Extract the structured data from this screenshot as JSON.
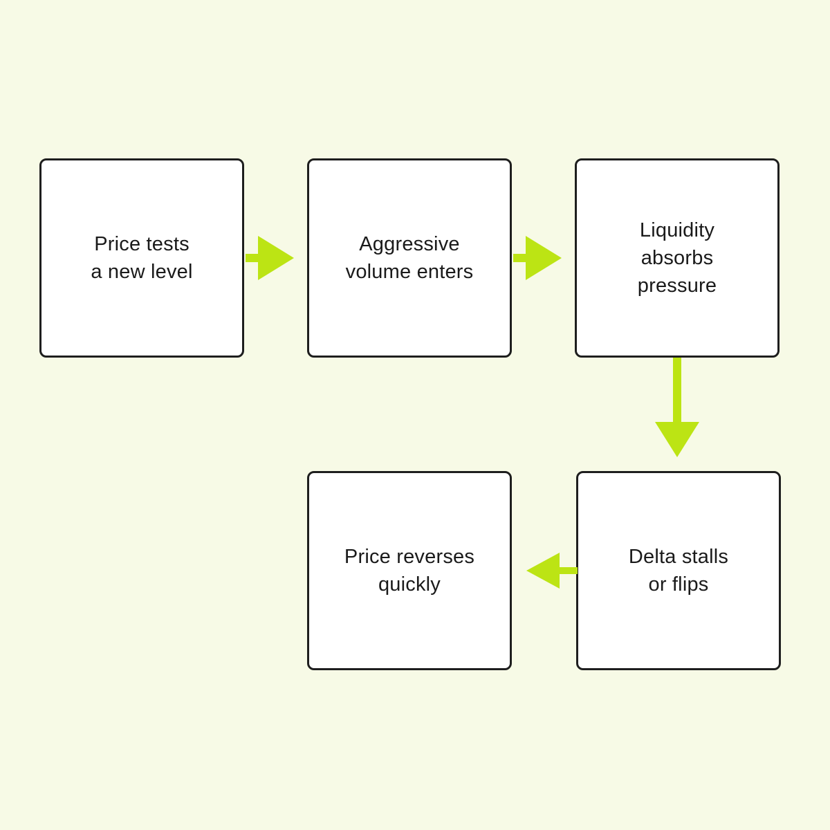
{
  "diagram_title": "",
  "colors": {
    "background": "#f7fae6",
    "arrow": "#bce414",
    "box_fill": "#ffffff",
    "box_border": "#1e1e1e",
    "text": "#1a1a1a"
  },
  "nodes": [
    {
      "id": "price-tests",
      "lines": [
        "Price tests",
        "a new level"
      ]
    },
    {
      "id": "aggressive-volume",
      "lines": [
        "Aggressive",
        "volume enters"
      ]
    },
    {
      "id": "liquidity-absorbs",
      "lines": [
        "Liquidity",
        "absorbs",
        "pressure"
      ]
    },
    {
      "id": "delta-stalls",
      "lines": [
        "Delta stalls",
        "or flips"
      ]
    },
    {
      "id": "price-reverses",
      "lines": [
        "Price reverses",
        "quickly"
      ]
    }
  ],
  "edges": [
    {
      "from": "price-tests",
      "to": "aggressive-volume",
      "direction": "right"
    },
    {
      "from": "aggressive-volume",
      "to": "liquidity-absorbs",
      "direction": "right"
    },
    {
      "from": "liquidity-absorbs",
      "to": "delta-stalls",
      "direction": "down"
    },
    {
      "from": "delta-stalls",
      "to": "price-reverses",
      "direction": "left"
    }
  ]
}
